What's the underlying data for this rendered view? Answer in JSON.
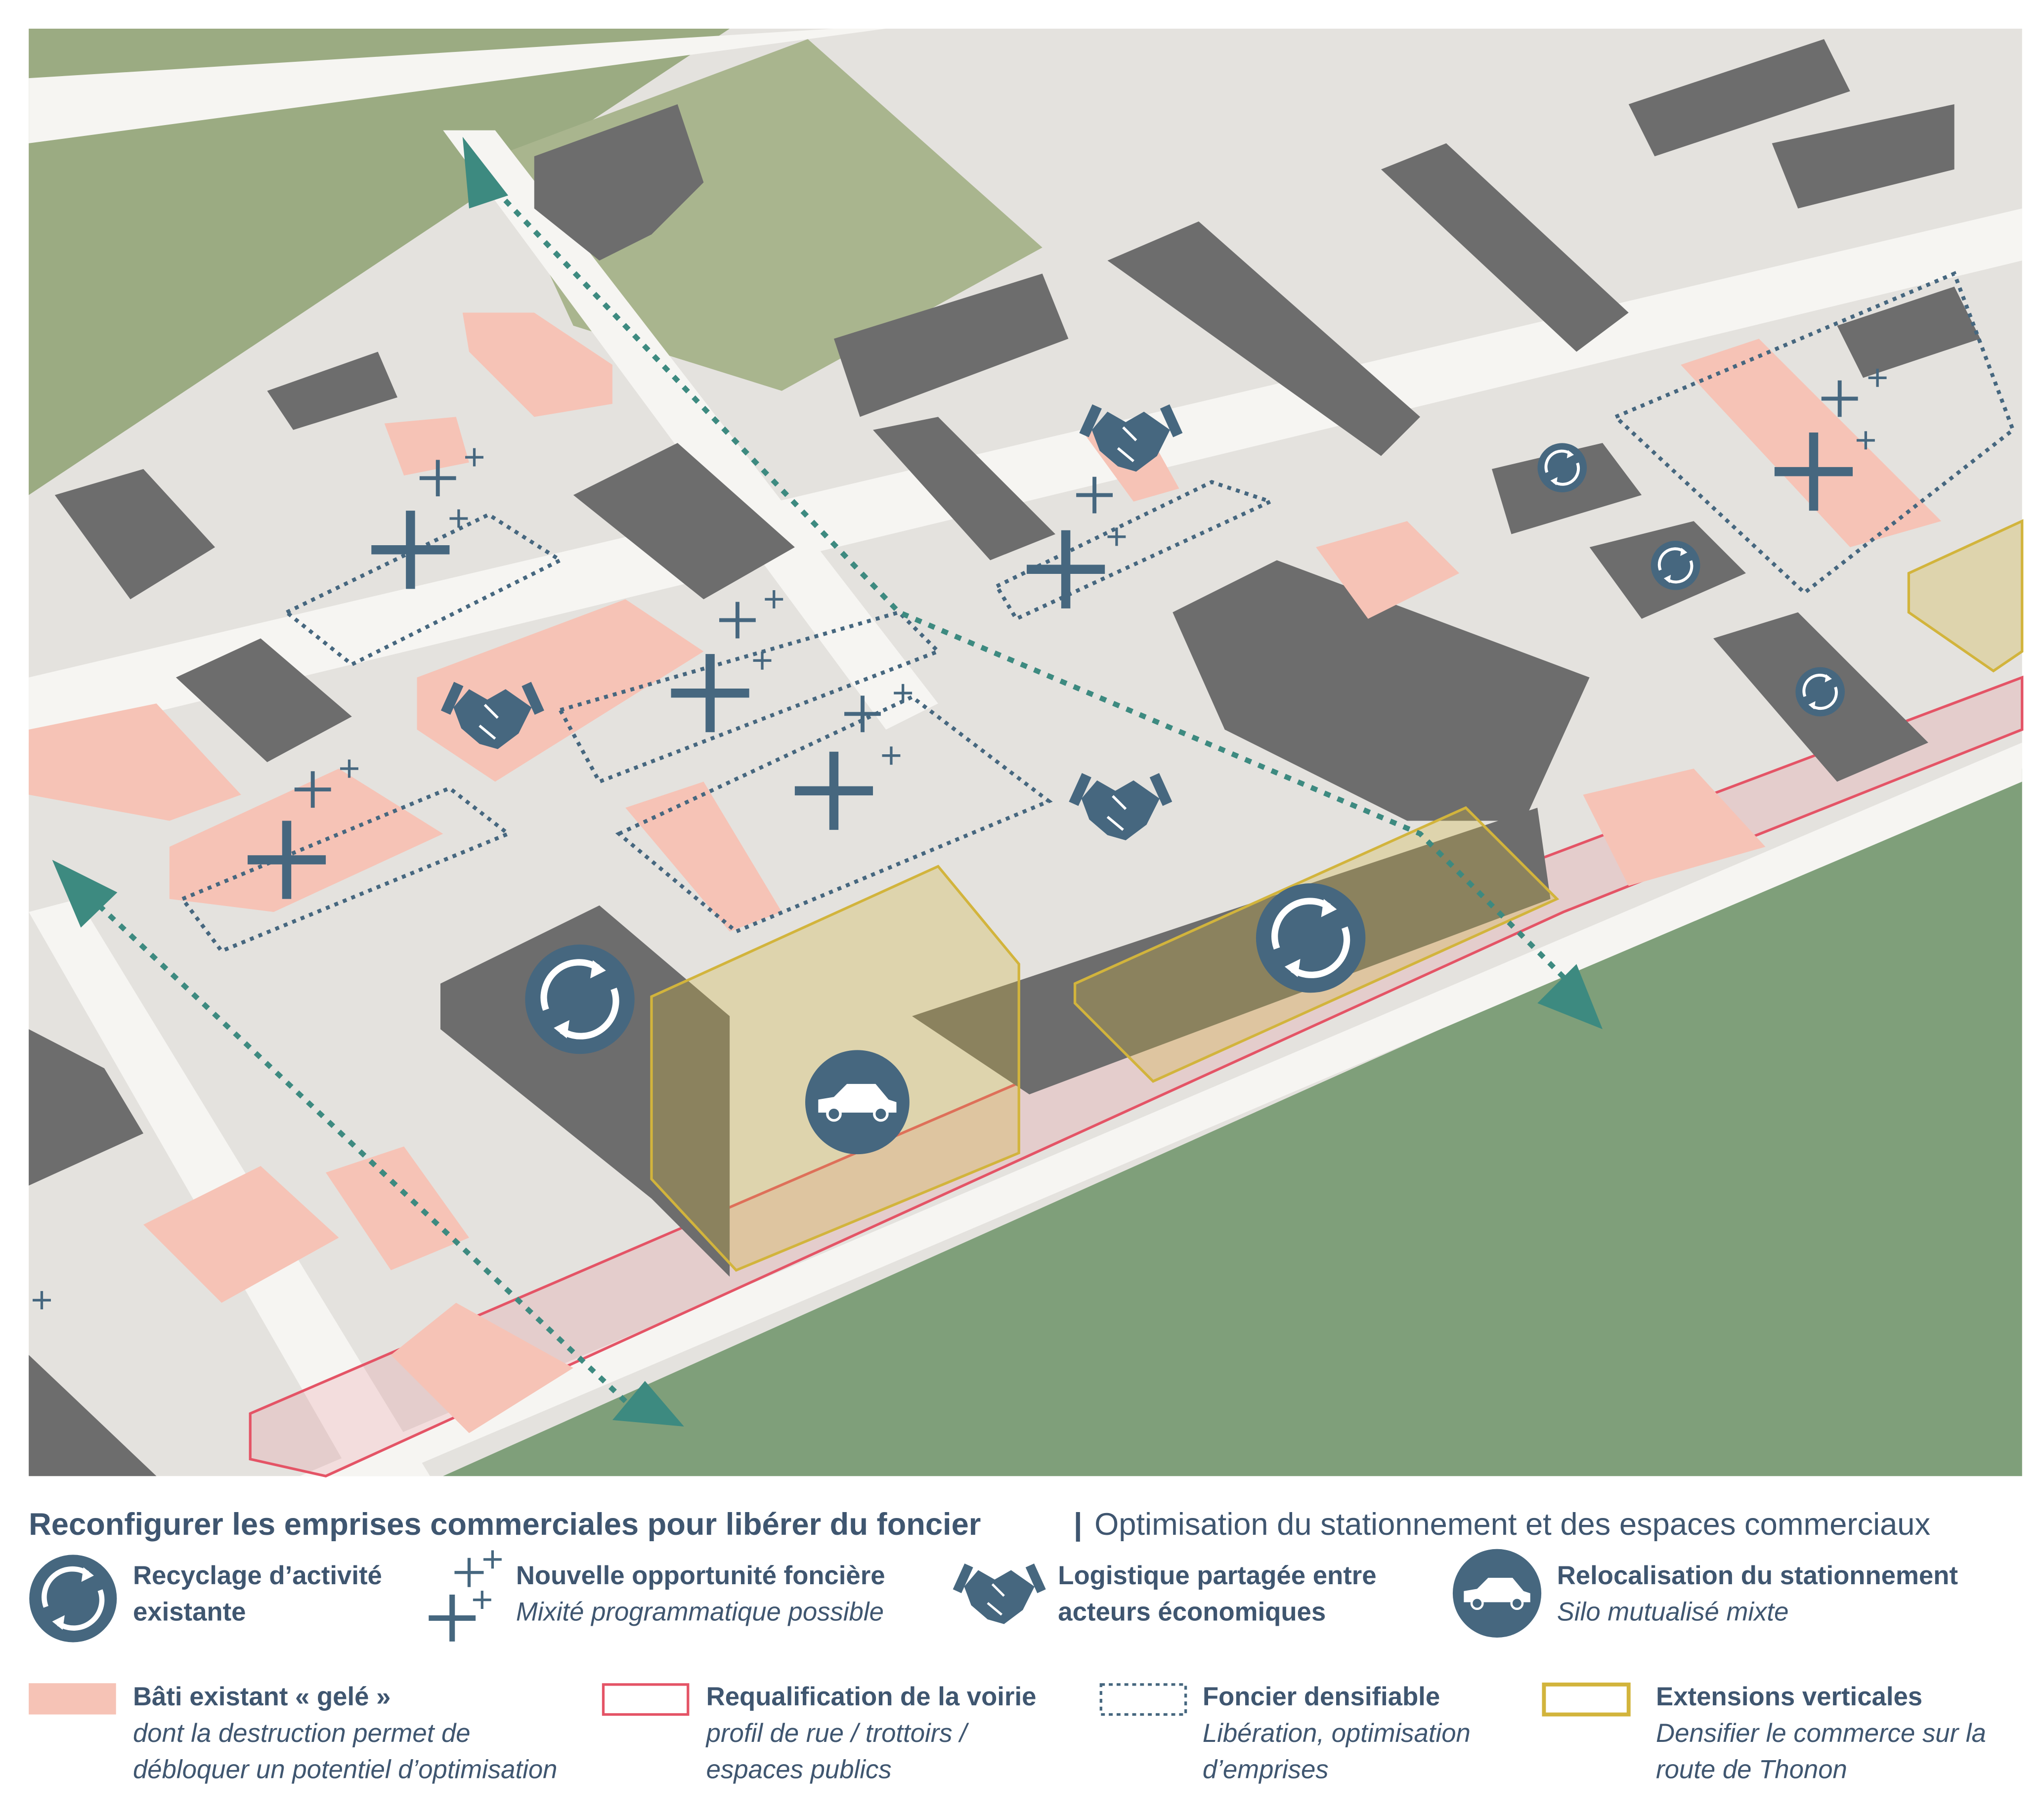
{
  "title": {
    "main": "Reconfigurer les emprises commerciales pour libérer du foncier",
    "separator": "|",
    "subtitle": "Optimisation du stationnement et des espaces commerciaux"
  },
  "legend": {
    "recycle": {
      "line1": "Recyclage d’activité",
      "line2": "existante"
    },
    "opportunity": {
      "label": "Nouvelle opportunité foncière",
      "desc": "Mixité programmatique possible"
    },
    "logistics": {
      "line1": "Logistique partagée entre",
      "line2": "acteurs économiques"
    },
    "parking": {
      "label": "Relocalisation du stationnement",
      "desc": "Silo mutualisé mixte"
    },
    "frozen": {
      "label": "Bâti existant « gelé »",
      "desc1": "dont la destruction permet de",
      "desc2": "débloquer un potentiel d’optimisation"
    },
    "road": {
      "label": "Requalification de la voirie",
      "desc1": "profil de rue / trottoirs /",
      "desc2": "espaces publics"
    },
    "densify": {
      "label": "Foncier densifiable",
      "desc1": "Libération, optimisation",
      "desc2": "d’emprises"
    },
    "vertical": {
      "label": "Extensions verticales",
      "desc1": "Densifier le commerce sur la",
      "desc2": "route de Thonon"
    }
  },
  "colors": {
    "icon": "#46677f",
    "frozen": "#f6c3b6",
    "road_outline": "#e45466",
    "vertical": "#d2b43c",
    "building": "#6d6d6d",
    "ground": "#e4e2de",
    "forest": "#8aa57c",
    "arrow": "#3d8a80"
  }
}
